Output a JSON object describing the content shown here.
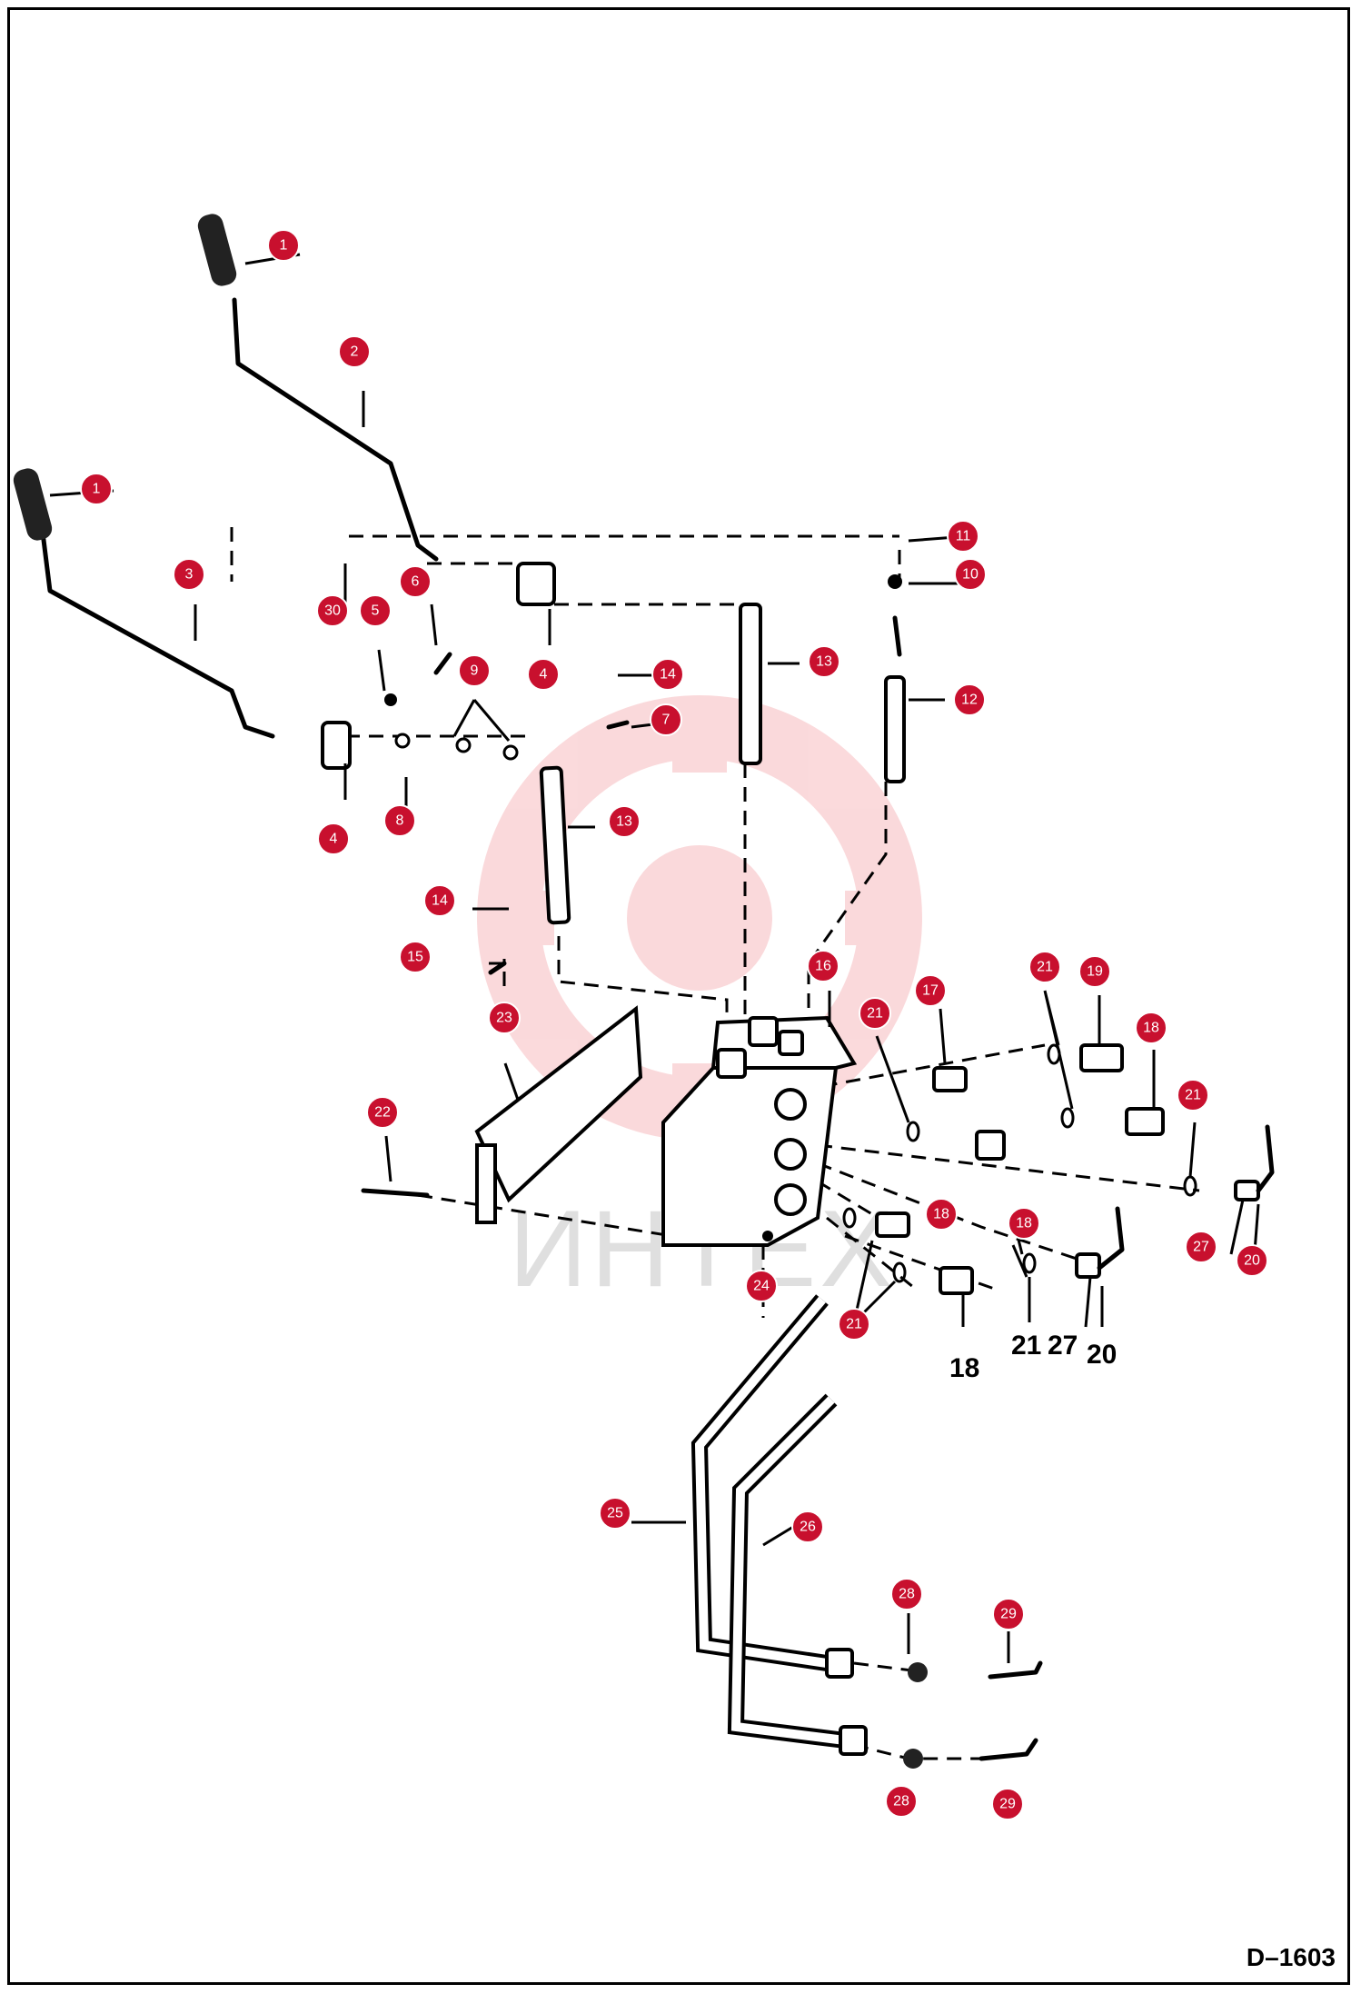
{
  "drawing_number": "D–1603",
  "watermark": "ИНТЕХ",
  "colors": {
    "callout": "#c8102e",
    "line": "#000000",
    "watermark": "#e8343c"
  },
  "callouts": [
    "1",
    "2",
    "1",
    "3",
    "11",
    "10",
    "30",
    "6",
    "5",
    "4",
    "9",
    "14",
    "7",
    "13",
    "12",
    "4",
    "8",
    "13",
    "14",
    "15",
    "16",
    "21",
    "17",
    "21",
    "19",
    "18",
    "23",
    "21",
    "22",
    "18",
    "18",
    "27",
    "20",
    "24",
    "21",
    "25",
    "26",
    "28",
    "29",
    "28",
    "29"
  ],
  "plain_labels": [
    "18",
    "21",
    "27",
    "20"
  ]
}
